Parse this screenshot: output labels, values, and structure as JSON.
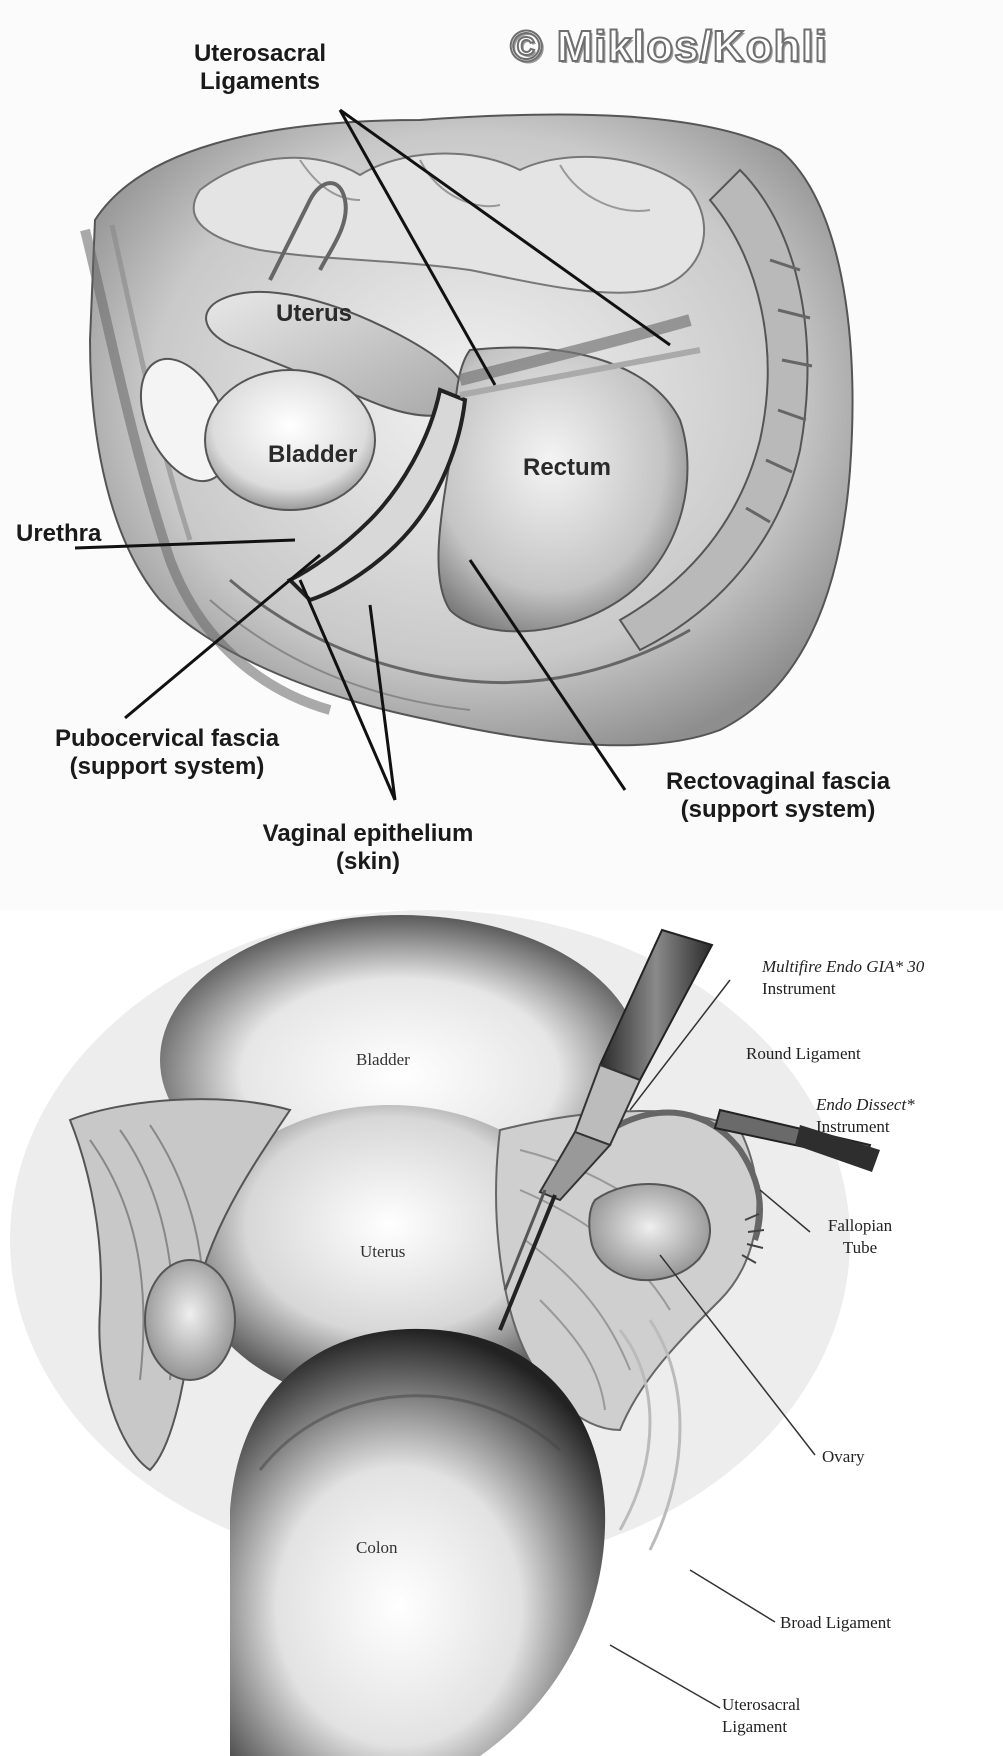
{
  "top_figure": {
    "copyright": "© Miklos/Kohli",
    "labels": {
      "uterosacral_line1": "Uterosacral",
      "uterosacral_line2": "Ligaments",
      "uterus": "Uterus",
      "bladder": "Bladder",
      "rectum": "Rectum",
      "urethra": "Urethra",
      "pubocervical_line1": "Pubocervical fascia",
      "pubocervical_line2": "(support system)",
      "vaginal_line1": "Vaginal epithelium",
      "vaginal_line2": "(skin)",
      "rectovaginal_line1": "Rectovaginal fascia",
      "rectovaginal_line2": "(support system)"
    }
  },
  "bottom_figure": {
    "labels": {
      "bladder": "Bladder",
      "uterus": "Uterus",
      "colon": "Colon",
      "multifire_line1": "Multifire Endo GIA* 30",
      "multifire_line2": "Instrument",
      "round_ligament": "Round Ligament",
      "endo_dissect_line1": "Endo Dissect*",
      "endo_dissect_line2": "Instrument",
      "fallopian_line1": "Fallopian",
      "fallopian_line2": "Tube",
      "ovary": "Ovary",
      "broad_ligament": "Broad Ligament",
      "uterosacral_line1": "Uterosacral",
      "uterosacral_line2": "Ligament"
    }
  }
}
